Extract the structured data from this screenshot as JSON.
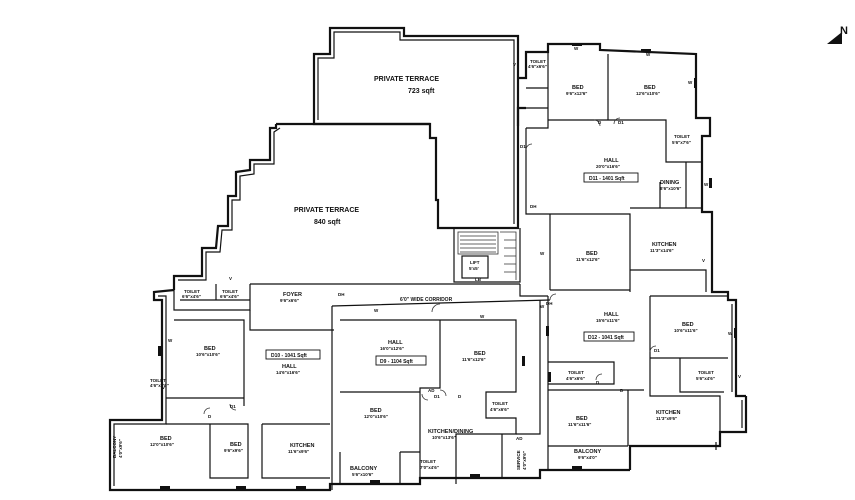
{
  "north": "N",
  "terraces": [
    {
      "name": "PRIVATE TERRACE",
      "area": "723 sqft"
    },
    {
      "name": "PRIVATE TERRACE",
      "area": "840 sqft"
    }
  ],
  "units": {
    "d11": "D11 - 1401 Sqft",
    "d10": "D10 - 1041 Sqft",
    "d9": "D9 - 1104 Sqft",
    "d12": "D12 - 1041 Sqft"
  },
  "corridor": "6'0\" WIDE CORRIDOR",
  "lift": {
    "name": "LIFT",
    "size": "5'x5'"
  },
  "rooms": {
    "toilet_nw1": "TOILET",
    "toilet_nw1_sz": "4'6\"x6'6\"",
    "bed_n1": "BED",
    "bed_n1_sz": "9'6\"x12'6\"",
    "bed_n2": "BED",
    "bed_n2_sz": "12'6\"x10'6\"",
    "toilet_ne": "TOILET",
    "toilet_ne_sz": "5'6\"x7'6\"",
    "hall_d11": "HALL",
    "hall_d11_sz": "20'0\"x16'6\"",
    "dining_d11": "DINING",
    "dining_d11_sz": "8'6\"x10'6\"",
    "bed_d11": "BED",
    "bed_d11_sz": "11'6\"x12'6\"",
    "kitchen_d11": "KITCHEN",
    "kitchen_d11_sz": "11'3\"x14'6\"",
    "toilet_w1": "TOILET",
    "toilet_w1_sz": "6'6\"x4'6\"",
    "toilet_w2": "TOILET",
    "toilet_w2_sz": "6'6\"x4'6\"",
    "foyer": "FOYER",
    "foyer_sz": "9'6\"x6'6\"",
    "bed_d10a": "BED",
    "bed_d10a_sz": "10'6\"x10'6\"",
    "hall_d10": "HALL",
    "hall_d10_sz": "14'6\"x16'6\"",
    "toilet_d10": "TOILET",
    "toilet_d10_sz": "4'6\"x7'6\"",
    "bed_d10b": "BED",
    "bed_d10b_sz": "12'0\"x10'6\"",
    "bed_d10c": "BED",
    "bed_d10c_sz": "9'6\"x9'6\"",
    "kitchen_d10": "KITCHEN",
    "kitchen_d10_sz": "11'6\"x9'6\"",
    "balcony_w": "BALCONY",
    "balcony_w_sz": "4'0\"x9'6\"",
    "hall_d9": "HALL",
    "hall_d9_sz": "16'0\"x12'6\"",
    "bed_d9a": "BED",
    "bed_d9a_sz": "11'6\"x12'6\"",
    "bed_d9b": "BED",
    "bed_d9b_sz": "12'0\"x10'6\"",
    "toilet_d9": "TOILET",
    "toilet_d9_sz": "4'6\"x6'6\"",
    "kitchen_dining": "KITCHEN/DINING",
    "kitchen_dining_sz": "10'6\"x13'6\"",
    "balcony_s": "BALCONY",
    "balcony_s_sz": "5'6\"x10'6\"",
    "toilet_s": "TOILET",
    "toilet_s_sz": "7'0\"x4'6\"",
    "service": "SERVICE",
    "service_sz": "4'0\"x9'6\"",
    "hall_d12": "HALL",
    "hall_d12_sz": "15'6\"x11'6\"",
    "bed_d12a": "BED",
    "bed_d12a_sz": "10'6\"x11'6\"",
    "toilet_d12a": "TOILET",
    "toilet_d12a_sz": "4'6\"x6'6\"",
    "toilet_d12b": "TOILET",
    "toilet_d12b_sz": "5'6\"x4'6\"",
    "bed_d12b": "BED",
    "bed_d12b_sz": "11'6\"x11'6\"",
    "kitchen_d12": "KITCHEN",
    "kitchen_d12_sz": "11'3\"x9'6\"",
    "balcony_d12": "BALCONY",
    "balcony_d12_sz": "9'6\"x4'0\""
  },
  "marks": {
    "w": "W",
    "v": "V",
    "d": "D",
    "d1": "D1",
    "dh": "DH",
    "ad": "AD",
    "lb": "LB"
  }
}
